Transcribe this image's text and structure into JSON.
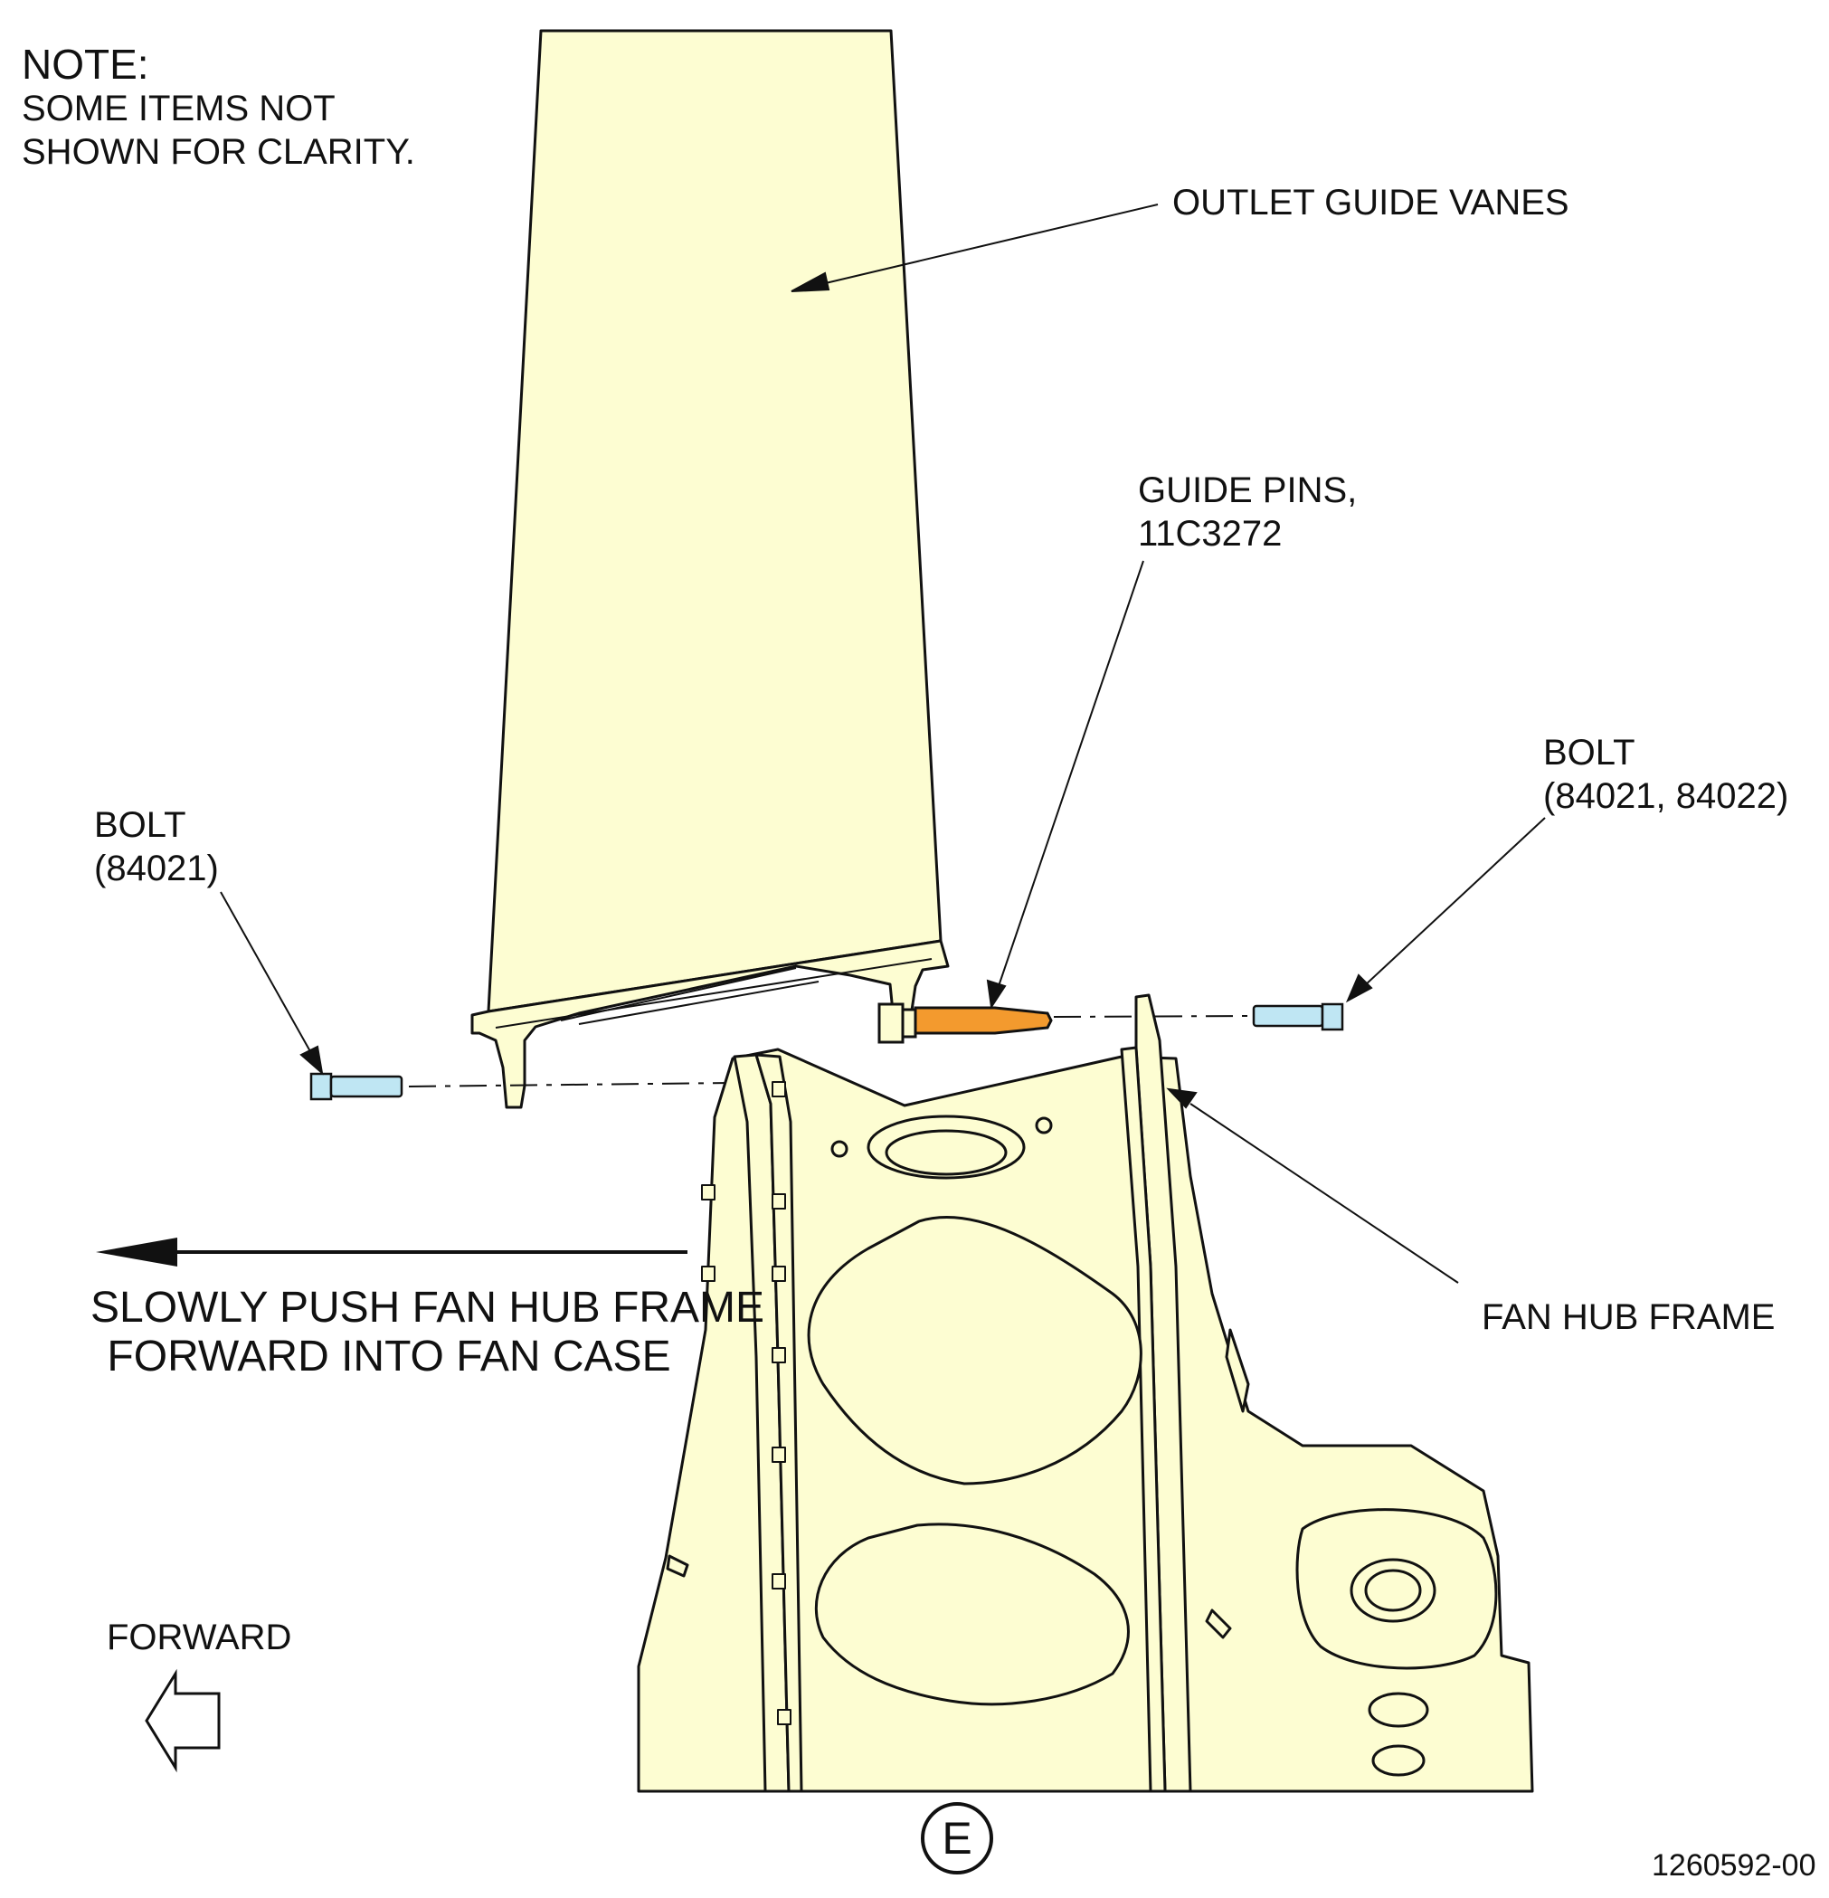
{
  "note": {
    "heading": "NOTE:",
    "lines": [
      "SOME ITEMS NOT",
      "SHOWN FOR CLARITY."
    ]
  },
  "callouts": {
    "outlet_guide_vanes": "OUTLET GUIDE VANES",
    "guide_pins_line1": "GUIDE PINS,",
    "guide_pins_line2": "11C3272",
    "bolt_right_line1": "BOLT",
    "bolt_right_line2": "(84021, 84022)",
    "bolt_left_line1": "BOLT",
    "bolt_left_line2": "(84021)",
    "fan_hub_frame": "FAN HUB FRAME"
  },
  "instruction": {
    "line1": "SLOWLY PUSH FAN HUB FRAME",
    "line2": "FORWARD INTO FAN CASE"
  },
  "direction_label": "FORWARD",
  "view_ref": "E",
  "drawing_number": "1260592-00",
  "colors": {
    "part_fill": "#fdfdd2",
    "line": "#111111",
    "guide_pin": "#f39a2e",
    "bolt": "#bfe6f3"
  }
}
